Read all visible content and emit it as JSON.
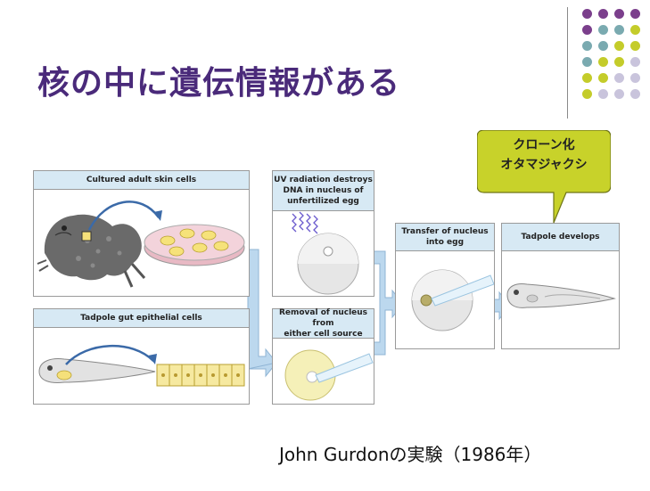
{
  "slide": {
    "title": "核の中に遺伝情報がある",
    "caption": "John Gurdonの実験（1986年）",
    "callout": {
      "line1": "クローン化",
      "line2": "オタマジャクシ"
    }
  },
  "diagram": {
    "panels": {
      "cultured": "Cultured adult skin cells",
      "tadpole_gut": "Tadpole gut epithelial cells",
      "uv_line1": "UV radiation destroys",
      "uv_line2": "DNA in nucleus of",
      "uv_line3": "unfertilized egg",
      "removal_line1": "Removal of nucleus from",
      "removal_line2": "either cell source",
      "transfer_line1": "Transfer of nucleus",
      "transfer_line2": "into egg",
      "develops": "Tadpole develops"
    }
  },
  "colors": {
    "title": "#4a2a7a",
    "panel_header": "#d7e9f4",
    "callout_fill": "#c8d22a",
    "arrow_fill": "#bcd8ee",
    "dot_purple": "#7b3f8c",
    "dot_teal": "#7aaab0",
    "dot_lime": "#c4cc2a",
    "dot_lavender": "#c9c4dc"
  }
}
